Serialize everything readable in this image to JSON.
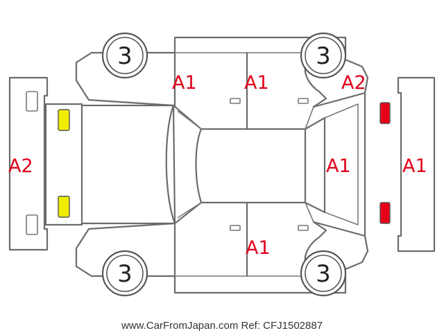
{
  "marks": {
    "left_body_upper_front": "A1",
    "left_body_upper_rear": "A1",
    "rear_quarter_upper_right": "A2",
    "front_bumper": "A2",
    "rear_window_panel": "A1",
    "rear_bumper": "A1",
    "right_body_lower": "A1"
  },
  "wheels": {
    "front_left": "3",
    "rear_left": "3",
    "front_right": "3",
    "rear_right": "3"
  },
  "footer": "www.CarFromJapan.com Ref: CFJ1502887",
  "colors": {
    "mark_text": "#e0001a",
    "yellow_light": "#f0ee00",
    "red_light": "#e8001a",
    "outline": "#6b6b6b"
  }
}
